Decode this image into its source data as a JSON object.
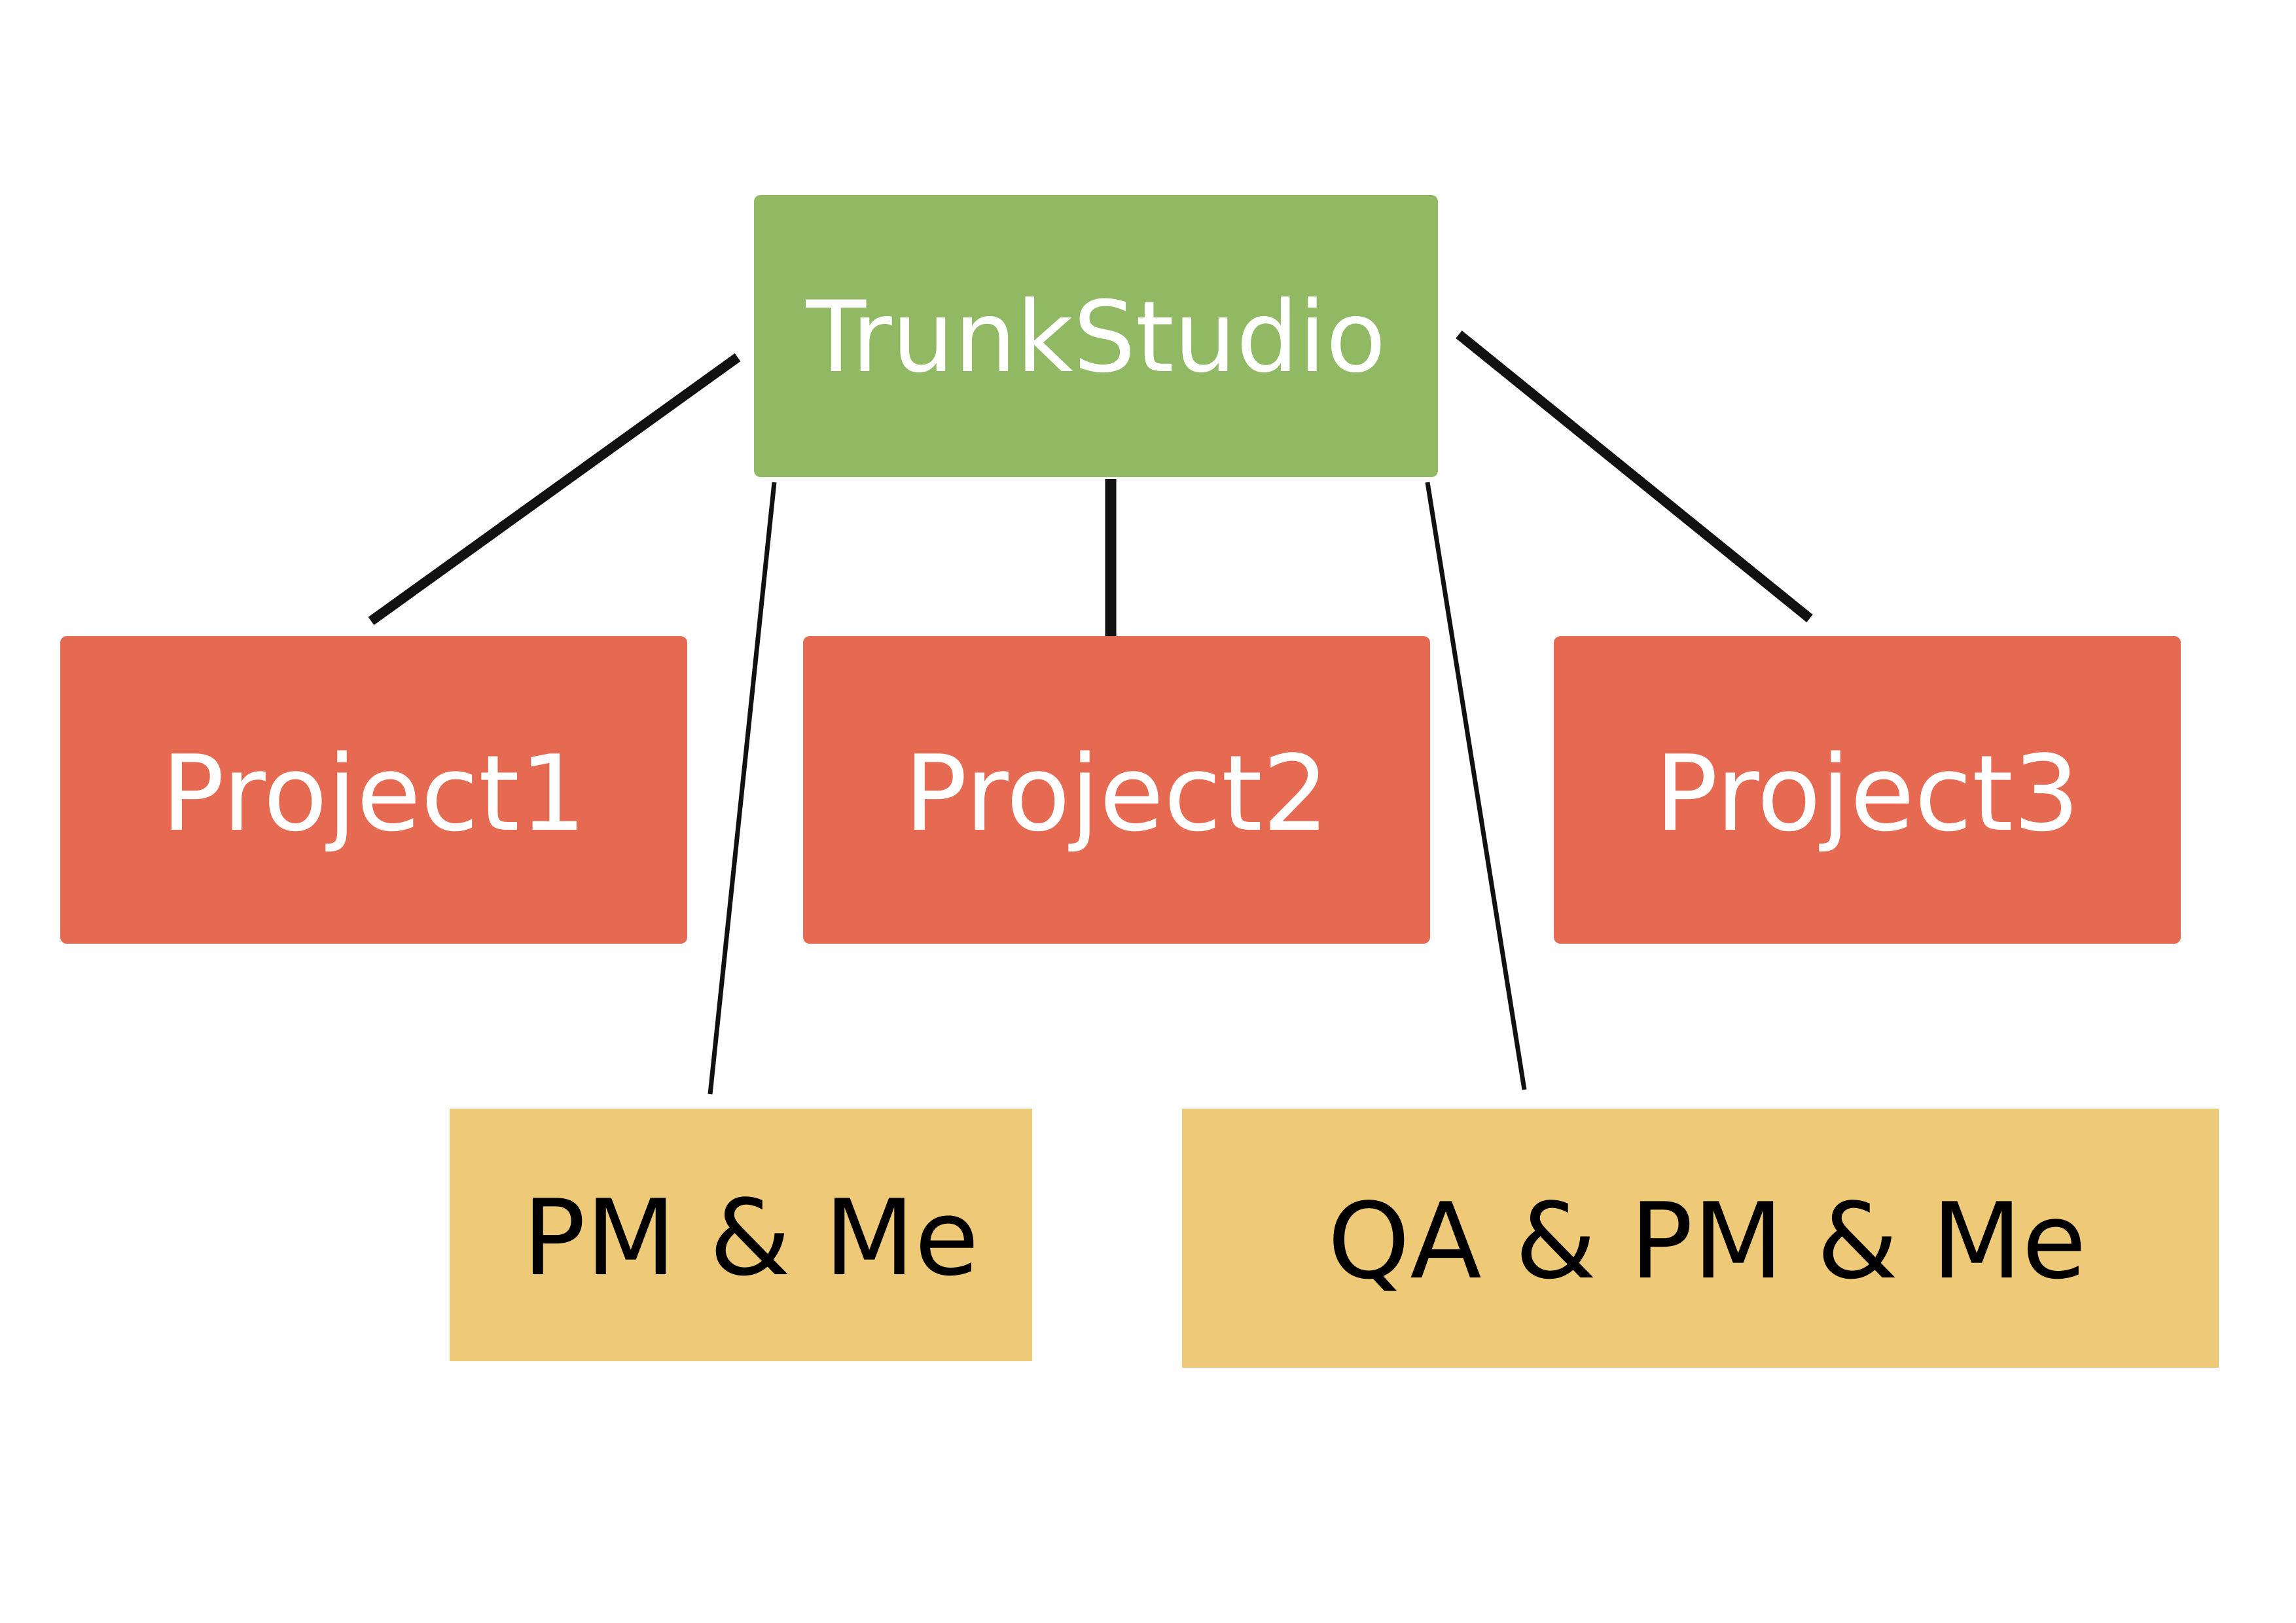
{
  "colors": {
    "background": "#ffffff",
    "root_fill": "#91b963",
    "project_fill": "#e66a52",
    "team_fill": "#eec977",
    "connector": "#111111"
  },
  "nodes": {
    "root": {
      "label": "TrunkStudio"
    },
    "projects": [
      {
        "label": "Project1"
      },
      {
        "label": "Project2"
      },
      {
        "label": "Project3"
      }
    ],
    "teams": [
      {
        "label": "PM & Me"
      },
      {
        "label": "QA & PM & Me"
      }
    ]
  },
  "edges": [
    {
      "from": "TrunkStudio",
      "to": "Project1"
    },
    {
      "from": "TrunkStudio",
      "to": "Project2"
    },
    {
      "from": "TrunkStudio",
      "to": "Project3"
    },
    {
      "from": "TrunkStudio",
      "to": "PM & Me"
    },
    {
      "from": "TrunkStudio",
      "to": "QA & PM & Me"
    }
  ]
}
